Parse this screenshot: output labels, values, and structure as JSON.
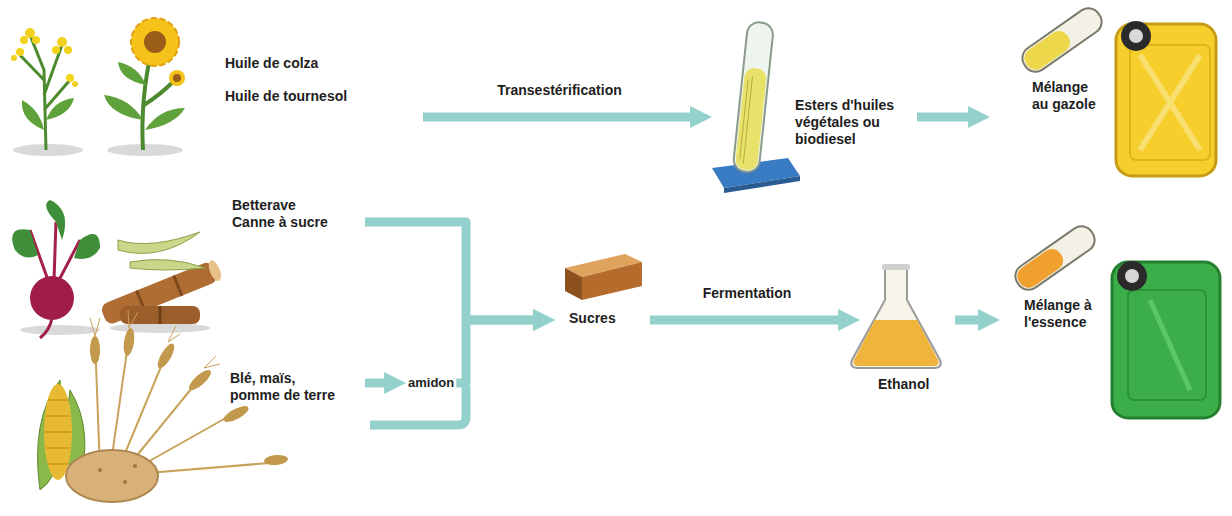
{
  "diagram": {
    "nodes": [
      {
        "text": [
          "Huile de colza",
          "Huile de tournesol"
        ]
      },
      {
        "text": [
          "Esters d'huiles végétales ou biodiesel"
        ]
      },
      {
        "text": [
          "Mélange au gazole"
        ]
      },
      {
        "text": [
          "Betterave Canne à sucre"
        ]
      },
      {
        "text": [
          "Blé, maïs, pomme de terre"
        ]
      },
      {
        "text": [
          "amidon"
        ]
      },
      {
        "text": [
          "Sucres"
        ]
      },
      {
        "text": [
          "Ethanol"
        ]
      },
      {
        "text": [
          "Mélange à l'essence"
        ]
      }
    ],
    "edges": [
      {
        "from": 0,
        "to": 1,
        "arrow": "to",
        "label": "Transestérification"
      },
      {
        "from": 1,
        "to": 2,
        "arrow": "to"
      },
      {
        "from": 3,
        "to": 6,
        "arrow": "to"
      },
      {
        "from": 4,
        "to": 5,
        "arrow": "to"
      },
      {
        "from": 5,
        "to": 6,
        "arrow": "to"
      },
      {
        "from": 6,
        "to": 7,
        "arrow": "to",
        "label": "Fermentation"
      },
      {
        "from": 7,
        "to": 8,
        "arrow": "to"
      }
    ]
  }
}
